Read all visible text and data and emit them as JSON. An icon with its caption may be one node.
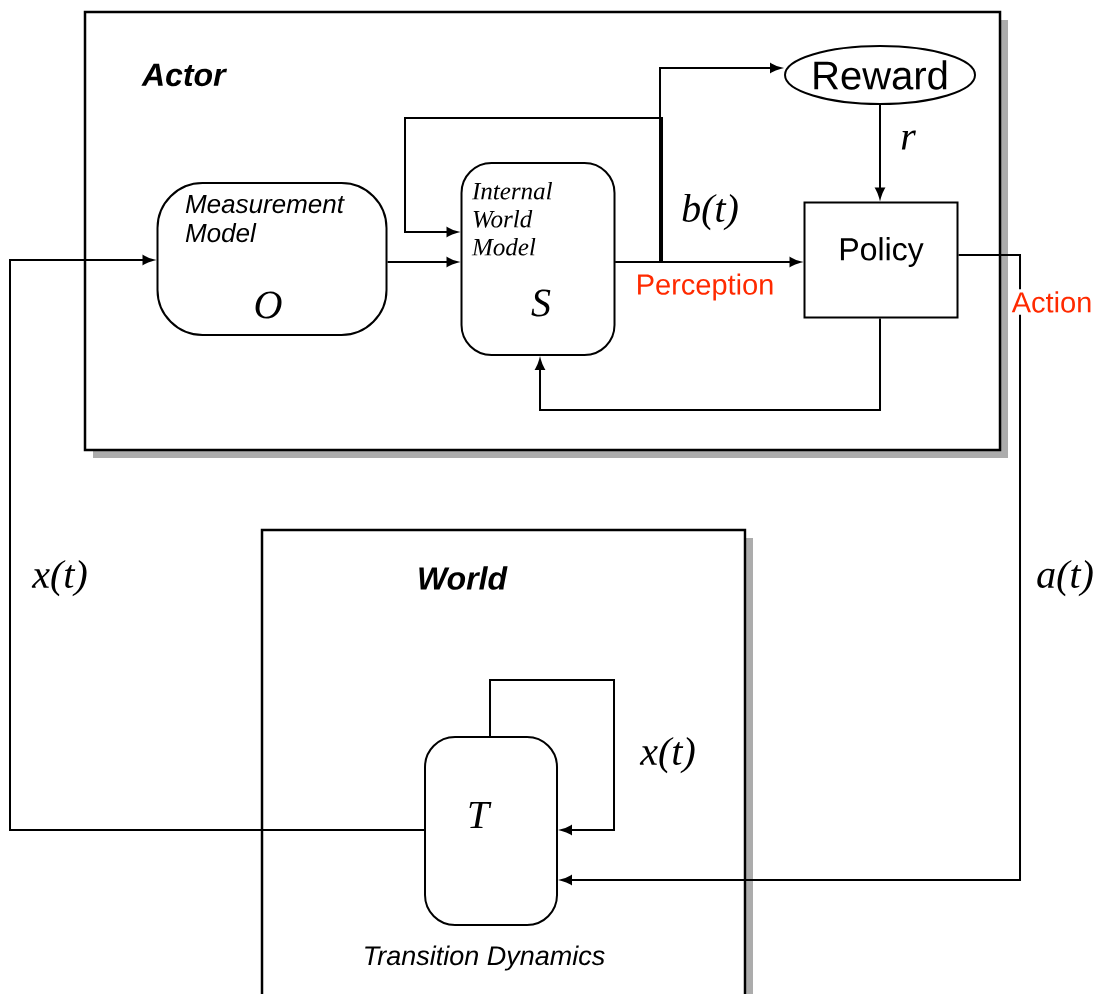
{
  "diagram": {
    "nodes": [
      {
        "text": [
          "Actor"
        ]
      },
      {
        "text": [
          "Measurement Model",
          "O"
        ],
        "in": 0
      },
      {
        "text": [
          "Internal World Model",
          "S"
        ],
        "in": 0
      },
      {
        "text": [
          "Reward"
        ],
        "in": 0
      },
      {
        "text": [
          "Policy"
        ],
        "in": 0
      },
      {
        "text": [
          "World"
        ]
      },
      {
        "text": [
          "T"
        ],
        "beside": [
          "Transition Dynamics"
        ],
        "in": 5
      }
    ],
    "edges": [
      {
        "from": 6,
        "to": 1,
        "arrow": "to",
        "label": "x(t)"
      },
      {
        "from": 1,
        "to": 2,
        "arrow": "to"
      },
      {
        "from": 2,
        "to": 4,
        "arrow": "to",
        "label": "b(t)"
      },
      {
        "from": 2,
        "to": 3,
        "arrow": "to"
      },
      {
        "from": 2,
        "to": 2,
        "arrow": "to"
      },
      {
        "from": 3,
        "to": 4,
        "arrow": "to",
        "label": "r"
      },
      {
        "from": 4,
        "to": 2,
        "arrow": "to"
      },
      {
        "from": 4,
        "to": 6,
        "arrow": "to",
        "label": "a(t)"
      },
      {
        "from": 6,
        "to": 6,
        "arrow": "to",
        "label": "x(t)"
      }
    ],
    "labels": [
      "Perception",
      "Action"
    ]
  }
}
